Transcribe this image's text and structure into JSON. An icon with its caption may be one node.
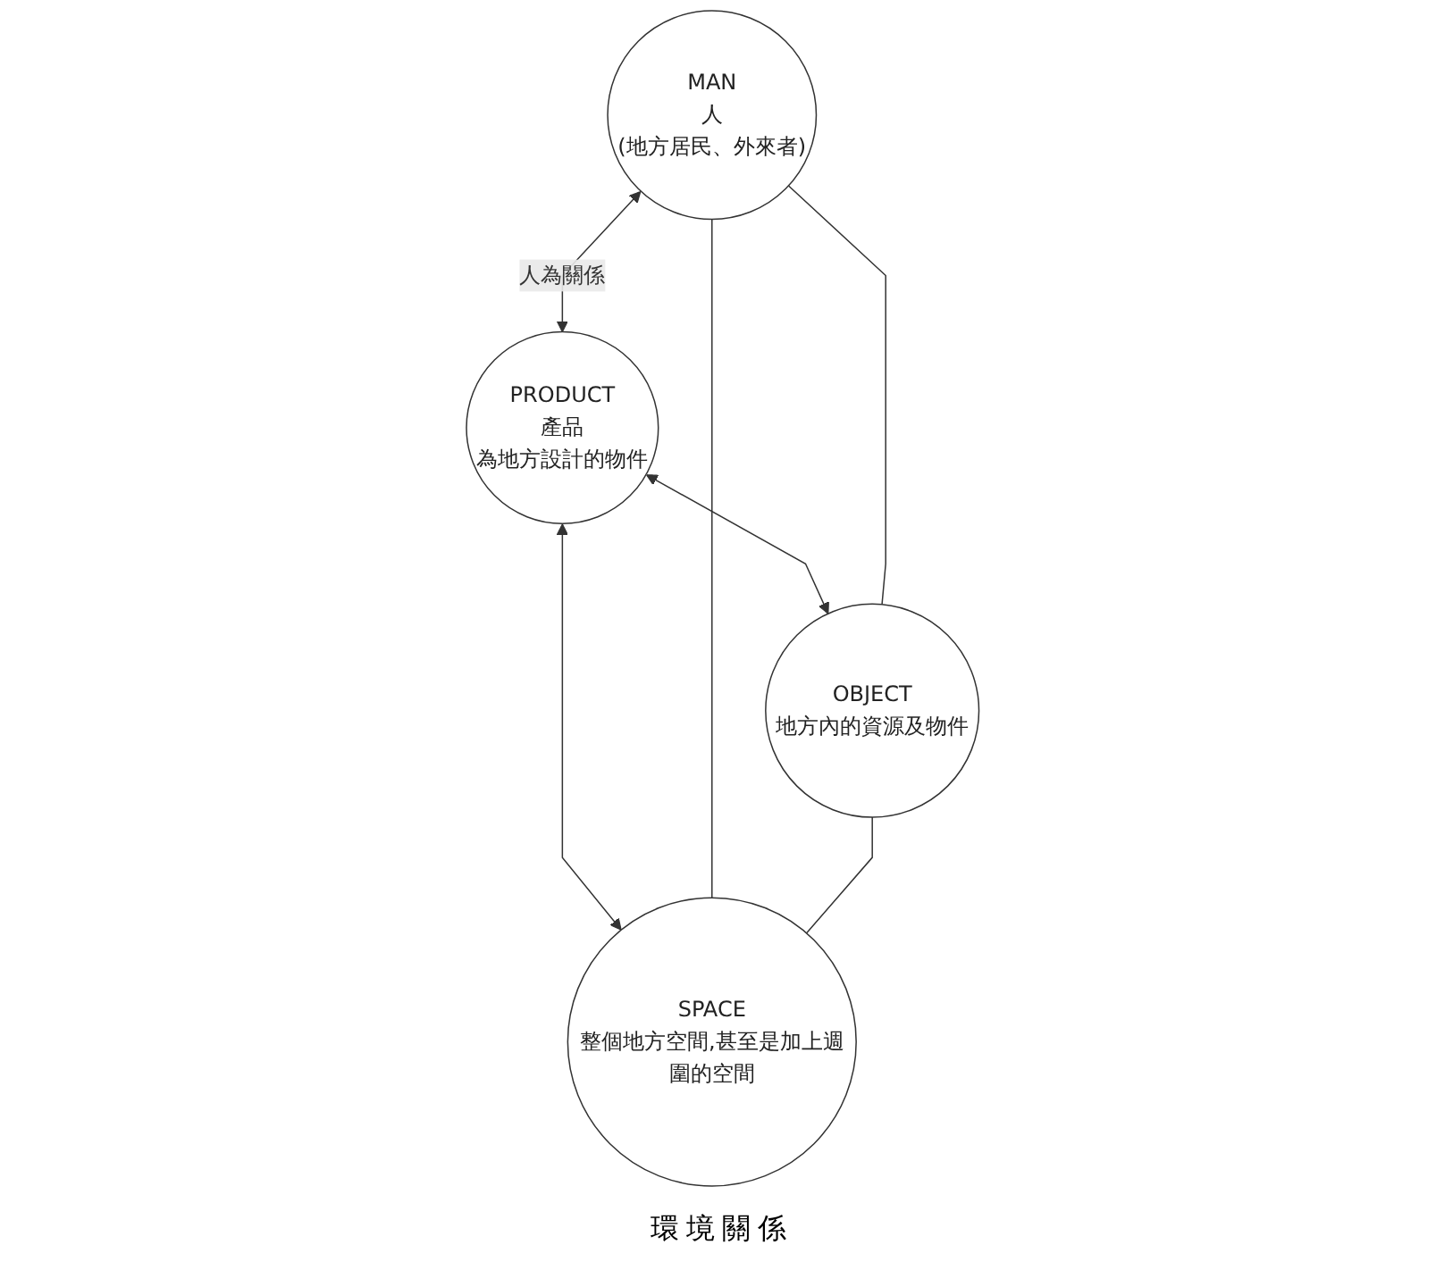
{
  "diagram": {
    "nodes": [
      {
        "text": [
          "MAN",
          "人",
          "(地方居民、外來者)"
        ]
      },
      {
        "text": [
          "PRODUCT",
          "產品",
          "為地方設計的物件"
        ]
      },
      {
        "text": [
          "OBJECT",
          "地方內的資源及物件"
        ]
      },
      {
        "text": [
          "SPACE",
          "整個地方空間,甚至是加上週圍的空間"
        ]
      }
    ],
    "edges": [
      {
        "from": 0,
        "to": 1,
        "arrow": "both",
        "label": "人為關係"
      },
      {
        "from": 1,
        "to": 2,
        "arrow": "both"
      },
      {
        "from": 1,
        "to": 3,
        "arrow": "both"
      },
      {
        "from": 0,
        "to": 2,
        "arrow": "none"
      },
      {
        "from": 0,
        "to": 3,
        "arrow": "none"
      },
      {
        "from": 2,
        "to": 3,
        "arrow": "none"
      }
    ],
    "labels": [
      "環境關係"
    ]
  }
}
